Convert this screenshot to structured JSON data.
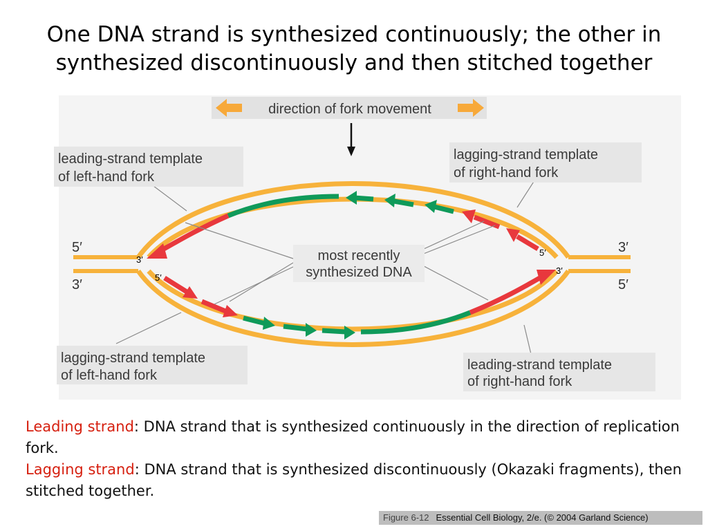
{
  "title": {
    "line1": "One DNA strand is synthesized continuously; the other in",
    "line2": "synthesized discontinuously and then stitched together"
  },
  "diagram": {
    "fork_direction_label": "direction of fork movement",
    "labels": {
      "leading_left_1": "leading-strand template",
      "leading_left_2": "of left-hand fork",
      "lagging_right_1": "lagging-strand template",
      "lagging_right_2": "of right-hand fork",
      "recent_1": "most recently",
      "recent_2": "synthesized DNA",
      "lagging_left_1": "lagging-strand template",
      "lagging_left_2": "of left-hand fork",
      "leading_right_1": "leading-strand template",
      "leading_right_2": "of right-hand fork"
    },
    "ends": {
      "left_top": "5′",
      "left_bottom": "3′",
      "right_top": "3′",
      "right_bottom": "5′",
      "inner_left_top": "3′",
      "inner_left_bottom": "5′",
      "inner_right_top": "5′",
      "inner_right_bottom": "3′"
    },
    "colors": {
      "template": "#f7b23b",
      "new_old": "#0f9a5a",
      "new_recent": "#e8383d",
      "arrow_orange": "#f7a93a"
    }
  },
  "definitions": {
    "leading_term": "Leading strand",
    "leading_text": ": DNA strand that is synthesized continuously in the direction of replication fork.",
    "lagging_term": "Lagging strand",
    "lagging_text": ": DNA strand that is synthesized discontinuously (Okazaki fragments), then stitched together."
  },
  "caption": {
    "figure": "Figure 6-12",
    "source": "Essential Cell Biology, 2/e. (© 2004 Garland Science)"
  }
}
